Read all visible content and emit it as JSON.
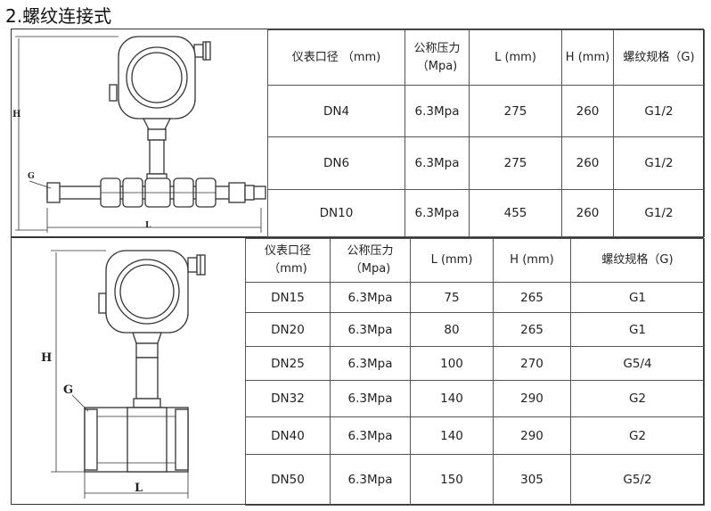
{
  "section_title": "2.螺纹连接式",
  "drawing_labels": {
    "h": "H",
    "g": "G",
    "l": "L"
  },
  "table1": {
    "headers": [
      "仪表口径 （mm)",
      "公称压力（Mpa)",
      "L (mm)",
      "H (mm)",
      "螺纹规格（G)"
    ],
    "rows": [
      [
        "DN4",
        "6.3Mpa",
        "275",
        "260",
        "G1/2"
      ],
      [
        "DN6",
        "6.3Mpa",
        "275",
        "260",
        "G1/2"
      ],
      [
        "DN10",
        "6.3Mpa",
        "455",
        "260",
        "G1/2"
      ]
    ]
  },
  "table2": {
    "headers": [
      "仪表口径（mm)",
      "公称压力（Mpa)",
      "L (mm)",
      "H (mm)",
      "螺纹规格（G)"
    ],
    "rows": [
      [
        "DN15",
        "6.3Mpa",
        "75",
        "265",
        "G1"
      ],
      [
        "DN20",
        "6.3Mpa",
        "80",
        "265",
        "G1"
      ],
      [
        "DN25",
        "6.3Mpa",
        "100",
        "270",
        "G5/4"
      ],
      [
        "DN32",
        "6.3Mpa",
        "140",
        "290",
        "G2"
      ],
      [
        "DN40",
        "6.3Mpa",
        "140",
        "290",
        "G2"
      ],
      [
        "DN50",
        "6.3Mpa",
        "150",
        "305",
        "G5/2"
      ]
    ]
  }
}
